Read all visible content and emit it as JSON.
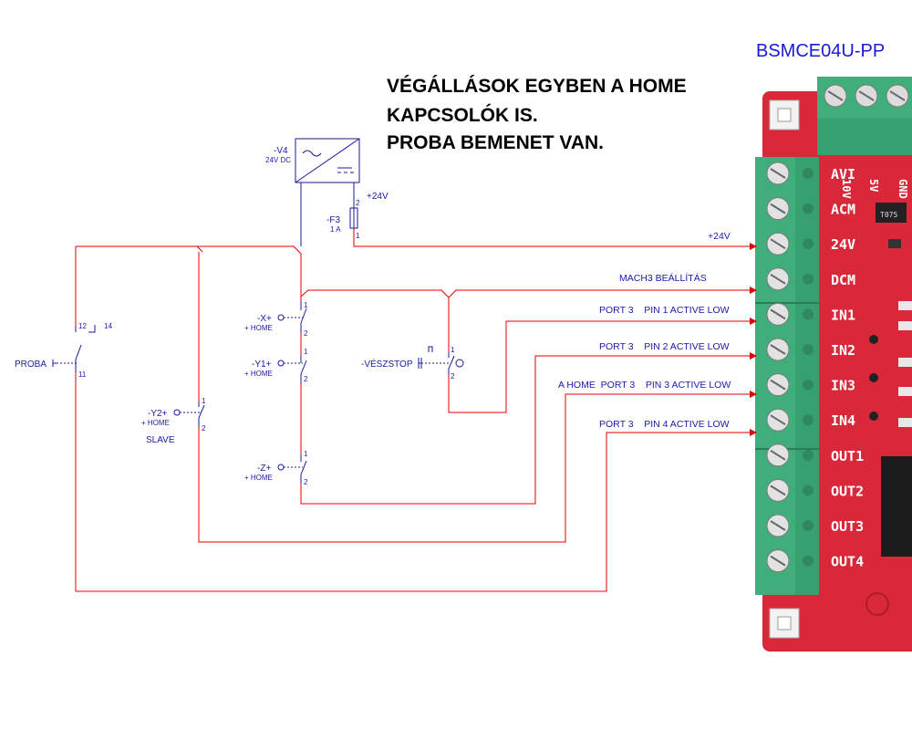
{
  "note": {
    "lines": [
      "VÉGÁLLÁSOK EGYBEN A HOME",
      "KAPCSOLÓK IS.",
      "PROBA BEMENET VAN."
    ]
  },
  "board": {
    "title": "BSMCE04U-PP",
    "pins": [
      "AVI",
      "ACM",
      "24V",
      "DCM",
      "IN1",
      "IN2",
      "IN3",
      "IN4",
      "OUT1",
      "OUT2",
      "OUT3",
      "OUT4"
    ],
    "top_pins": [
      "10V",
      "5V",
      "GND"
    ],
    "chip": "T075",
    "colors": {
      "pcb": "#d8283a",
      "terminal": "#3fae7a",
      "wire": "#e00000",
      "label": "#1a1aa8"
    }
  },
  "power": {
    "ref": "-V4",
    "rating": "24V DC",
    "out_label": "+24V"
  },
  "fuse": {
    "ref": "-F3",
    "rating": "1 A",
    "pin_top": "2",
    "pin_bottom": "1"
  },
  "switches": {
    "x": {
      "ref": "-X+",
      "sub": "+ HOME",
      "pin_a": "1",
      "pin_b": "2"
    },
    "y1": {
      "ref": "-Y1+",
      "sub": "+ HOME",
      "pin_a": "1",
      "pin_b": "2"
    },
    "z": {
      "ref": "-Z+",
      "sub": "+ HOME",
      "pin_a": "1",
      "pin_b": "2"
    },
    "y2": {
      "ref": "-Y2+",
      "sub": "+ HOME",
      "pin_a": "1",
      "pin_b": "2",
      "note": "SLAVE"
    },
    "estop": {
      "ref": "-VÉSZSTOP",
      "pin_a": "1",
      "pin_b": "2"
    },
    "probe": {
      "ref": "PROBA",
      "pin_12": "12",
      "pin_14": "14",
      "pin_11": "11"
    }
  },
  "wire_labels": {
    "v24": "+24V",
    "mach3": "MACH3 BEÁLLÍTÁS",
    "in1": "PORT 3    PIN 1 ACTIVE LOW",
    "in2": "PORT 3    PIN 2 ACTIVE LOW",
    "in3": "A HOME  PORT 3    PIN 3 ACTIVE LOW",
    "in4": "PORT 3    PIN 4 ACTIVE LOW"
  }
}
